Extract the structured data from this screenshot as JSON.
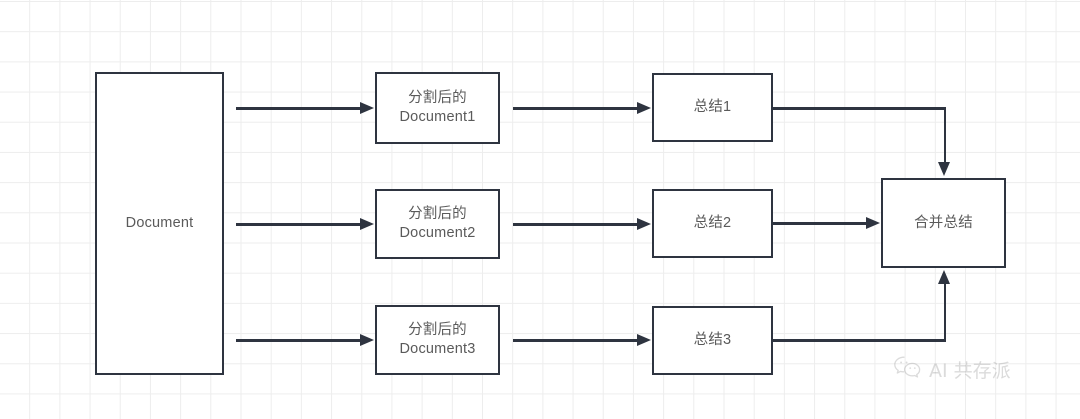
{
  "diagram": {
    "title": "Document map-reduce summarization flow",
    "background": {
      "color": "#ffffff",
      "grid_color": "#ededed",
      "grid_spacing": 30
    },
    "style": {
      "node_border_color": "#2e3440",
      "node_fill_color": "#ffffff",
      "node_text_color": "#5a5a5a",
      "connector_color": "#2e3440"
    },
    "nodes": {
      "source": {
        "label": "Document"
      },
      "split": [
        {
          "line1": "分割后的",
          "line2": "Document1"
        },
        {
          "line1": "分割后的",
          "line2": "Document2"
        },
        {
          "line1": "分割后的",
          "line2": "Document3"
        }
      ],
      "summaries": [
        {
          "label": "总结1"
        },
        {
          "label": "总结2"
        },
        {
          "label": "总结3"
        }
      ],
      "merge": {
        "label": "合并总结"
      }
    },
    "watermark": {
      "icon": "wechat-icon",
      "text": "AI 共存派"
    }
  }
}
